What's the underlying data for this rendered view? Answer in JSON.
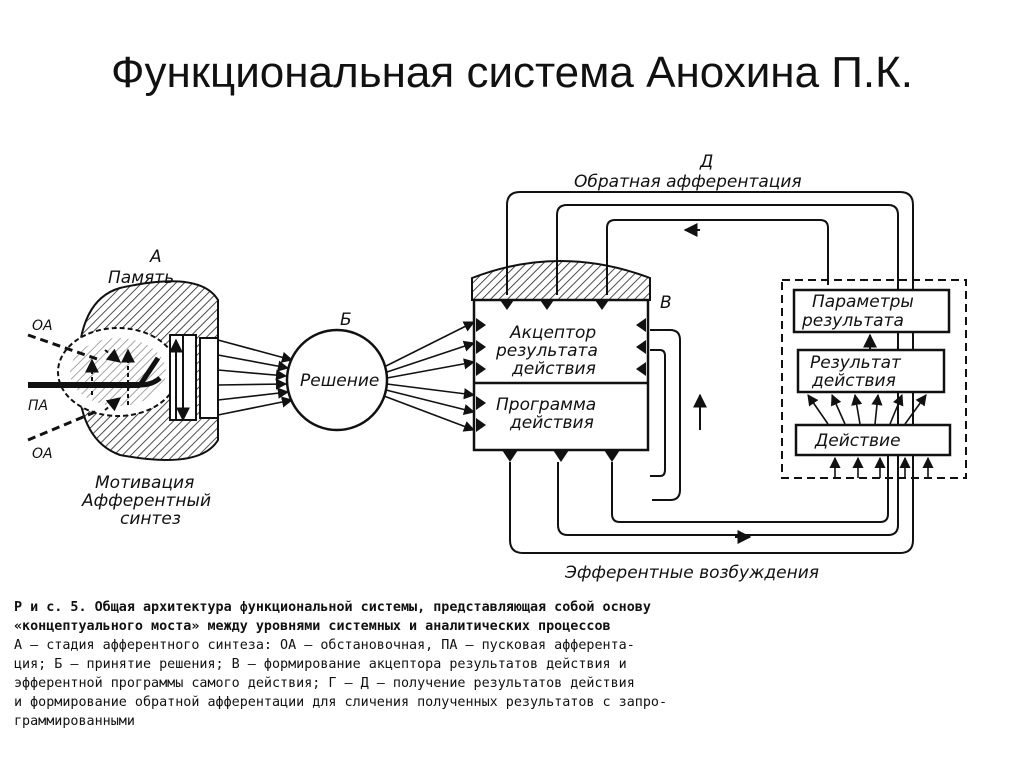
{
  "slide": {
    "title": "Функциональная система Анохина П.К."
  },
  "diagram": {
    "labels": {
      "a_letter": "А",
      "memory": "Память",
      "b_letter": "Б",
      "decision": "Решение",
      "v_letter": "В",
      "d_letter": "Д",
      "feedback": "Обратная афферентация",
      "acceptor_1": "Акцептор",
      "acceptor_2": "результата",
      "acceptor_3": "действия",
      "program_1": "Программа",
      "program_2": "действия",
      "params_1": "Параметры",
      "params_2": "результата",
      "result_1": "Результат",
      "result_2": "действия",
      "action": "Действие",
      "oa_top": "ОА",
      "pa": "ПА",
      "oa_bottom": "ОА",
      "motivation": "Мотивация",
      "afferent_1": "Афферентный",
      "afferent_2": "синтез",
      "efferent": "Эфферентные возбуждения"
    }
  },
  "caption": {
    "head_1": "Р и с. 5. Общая архитектура функциональной системы, представляющая собой основу",
    "head_2": "«концептуального моста» между уровнями системных и аналитических процессов",
    "body_1": "А — стадия афферентного синтеза: ОА — обстановочная, ПА — пусковая афферента-",
    "body_2": "ция; Б — принятие решения; В — формирование акцептора результатов действия и",
    "body_3": "эфферентной программы самого действия; Г — Д — получение результатов действия",
    "body_4": "и формирование обратной афферентации для сличения полученных результатов с запро-",
    "body_5": "граммированными"
  }
}
